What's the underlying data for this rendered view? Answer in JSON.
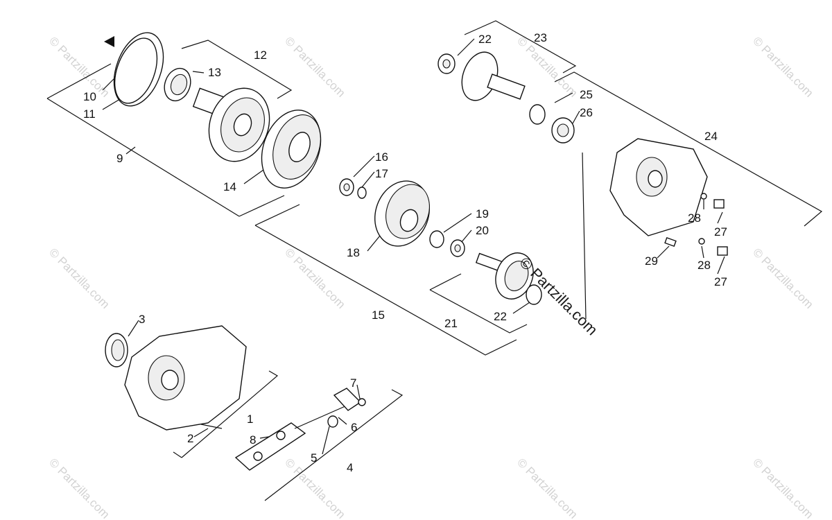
{
  "watermark": "© Partzilla.com",
  "brand_watermark": "© Partzilla.com",
  "callouts": [
    "1",
    "2",
    "3",
    "4",
    "5",
    "6",
    "7",
    "8",
    "9",
    "10",
    "11",
    "12",
    "13",
    "14",
    "15",
    "16",
    "17",
    "18",
    "19",
    "20",
    "21",
    "22",
    "22",
    "23",
    "24",
    "25",
    "26",
    "27",
    "27",
    "28",
    "28",
    "29"
  ]
}
